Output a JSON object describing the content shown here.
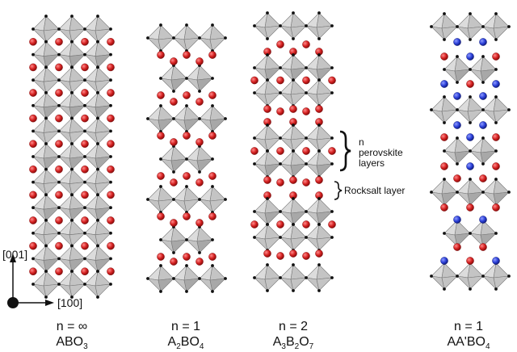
{
  "figure": {
    "columns": [
      {
        "id": "abo3",
        "n_label": "n = ∞",
        "formula": [
          {
            "t": "ABO"
          },
          {
            "t": "3",
            "sub": true
          }
        ]
      },
      {
        "id": "a2bo4",
        "n_label": "n = 1",
        "formula": [
          {
            "t": "A"
          },
          {
            "t": "2",
            "sub": true
          },
          {
            "t": "BO"
          },
          {
            "t": "4",
            "sub": true
          }
        ]
      },
      {
        "id": "a3b2o7",
        "n_label": "n = 2",
        "formula": [
          {
            "t": "A"
          },
          {
            "t": "3",
            "sub": true
          },
          {
            "t": "B"
          },
          {
            "t": "2",
            "sub": true
          },
          {
            "t": "O"
          },
          {
            "t": "7",
            "sub": true
          }
        ]
      },
      {
        "id": "aabo4",
        "n_label": "n = 1",
        "formula": [
          {
            "t": "AA'BO"
          },
          {
            "t": "4",
            "sub": true
          }
        ]
      }
    ],
    "annotations": {
      "perovskite": [
        "n",
        "perovskite",
        "layers"
      ],
      "rocksalt": "Rocksalt layer"
    },
    "axes": {
      "vertical": "[001]",
      "horizontal": "[100]"
    },
    "colors": {
      "octa_light": "#dcdcdc",
      "octa_mid": "#c4c4c4",
      "octa_dark": "#a8a8a8",
      "octa_edge": "#777777",
      "oxygen": "#111111",
      "a_cation": "#d42020",
      "a_prime_cation": "#2a3fd8"
    }
  }
}
